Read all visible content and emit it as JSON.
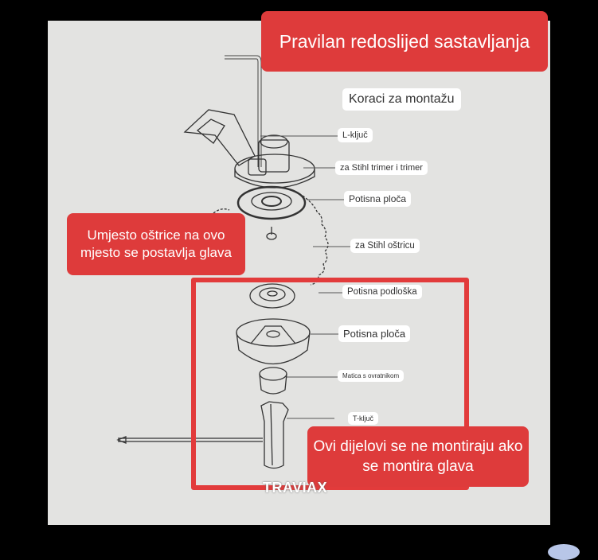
{
  "title": "Pravilan redoslijed sastavljanja",
  "subtitle": "Koraci za montažu",
  "labels": {
    "l_key": "L-ključ",
    "trimmer": "za Stihl trimer i trimer",
    "pressure_plate_top": "Potisna ploča",
    "blade": "za Stihl oštricu",
    "pressure_washer": "Potisna podloška",
    "pressure_plate_bottom": "Potisna ploča",
    "collar_nut": "Matica s ovratnikom",
    "t_key": "T-ključ"
  },
  "notes": {
    "head_instead": "Umjesto oštrice na ovo mjesto se postavlja glava",
    "not_mounted": "Ovi dijelovi se ne montiraju ako se montira glava"
  },
  "brand": "TRAVIAX",
  "colors": {
    "accent": "#de3b3b",
    "panel": "#e3e3e1"
  }
}
